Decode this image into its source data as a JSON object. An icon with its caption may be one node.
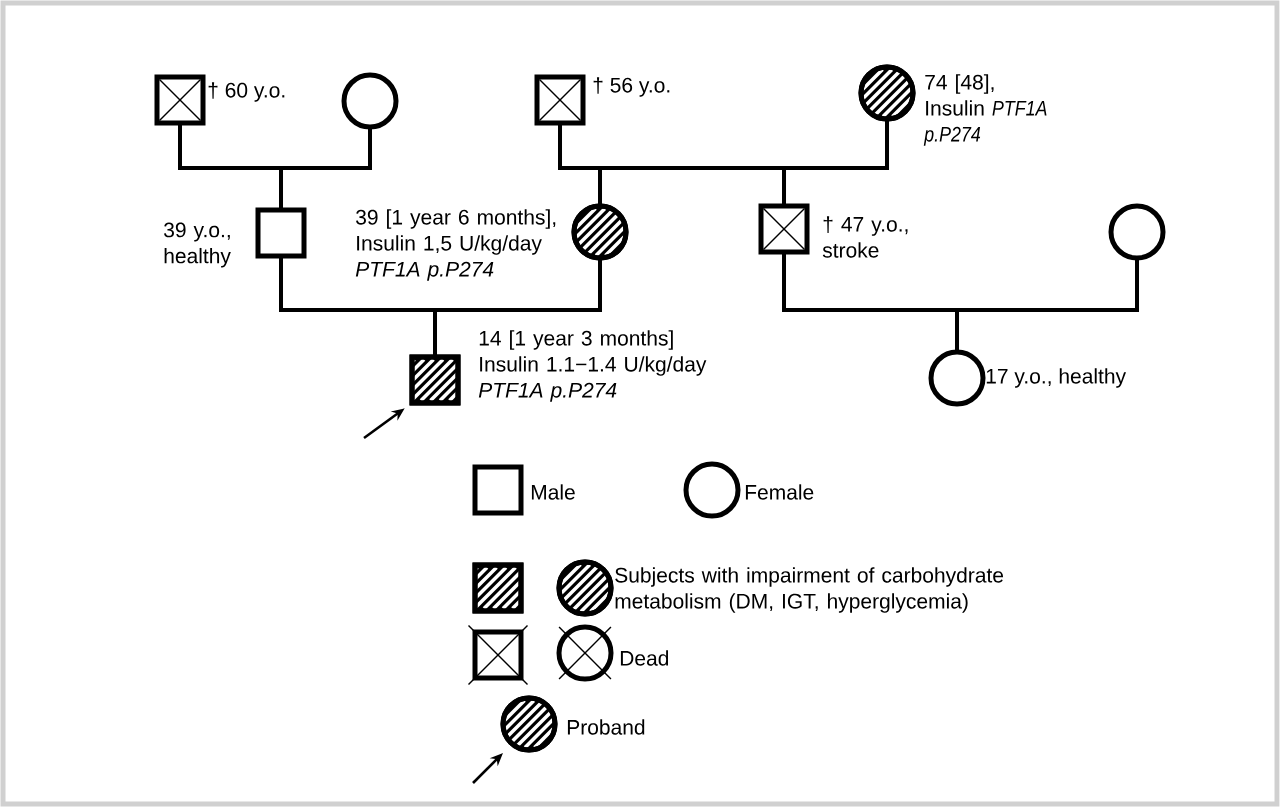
{
  "diagram": {
    "nodes": [
      {
        "text": [],
        "shape": "box",
        "beside": [
          "† 60 y.o."
        ]
      },
      {
        "text": [],
        "shape": "circle"
      },
      {
        "text": [],
        "shape": "box",
        "beside": [
          "† 56 y.o."
        ]
      },
      {
        "text": [],
        "shape": "circle",
        "beside": [
          "74 [48], Insulin *PTF1A p.P274*"
        ]
      },
      {
        "text": [],
        "shape": "box",
        "beside": [
          "39 y.o., healthy"
        ]
      },
      {
        "text": [],
        "shape": "circle",
        "beside": [
          "39 [1 year 6 months], Insulin 1,5 U/kg/day *PTF1A p.P274*"
        ]
      },
      {
        "text": [],
        "shape": "box",
        "beside": [
          "† 47 y.o., stroke"
        ]
      },
      {
        "text": [],
        "shape": "circle"
      },
      {
        "text": [],
        "shape": "box",
        "beside": [
          "14 [1 year 3 months] Insulin 1.1−1.4 U/kg/day *PTF1A p.P274*"
        ]
      },
      {
        "text": [],
        "shape": "circle",
        "beside": [
          "17 y.o., healthy"
        ]
      }
    ],
    "edges": [
      {
        "from": 0,
        "to": 4,
        "arrow": "none"
      },
      {
        "from": 1,
        "to": 4,
        "arrow": "none"
      },
      {
        "from": 2,
        "to": 5,
        "arrow": "none"
      },
      {
        "from": 3,
        "to": 5,
        "arrow": "none"
      },
      {
        "from": 2,
        "to": 6,
        "arrow": "none"
      },
      {
        "from": 3,
        "to": 6,
        "arrow": "none"
      },
      {
        "from": 4,
        "to": 8,
        "arrow": "none"
      },
      {
        "from": 5,
        "to": 8,
        "arrow": "none"
      },
      {
        "from": 6,
        "to": 9,
        "arrow": "none"
      },
      {
        "from": 7,
        "to": 9,
        "arrow": "none"
      },
      {
        "from": null,
        "to": 8,
        "arrow": "to"
      }
    ],
    "legend": [
      {
        "text": "Male"
      },
      {
        "text": "Female"
      },
      {
        "text": "Subjects with impairment of carbohydrate metabolism (DM, IGT, hyperglycemia)"
      },
      {
        "text": "Dead"
      },
      {
        "text": "Proband"
      }
    ]
  }
}
